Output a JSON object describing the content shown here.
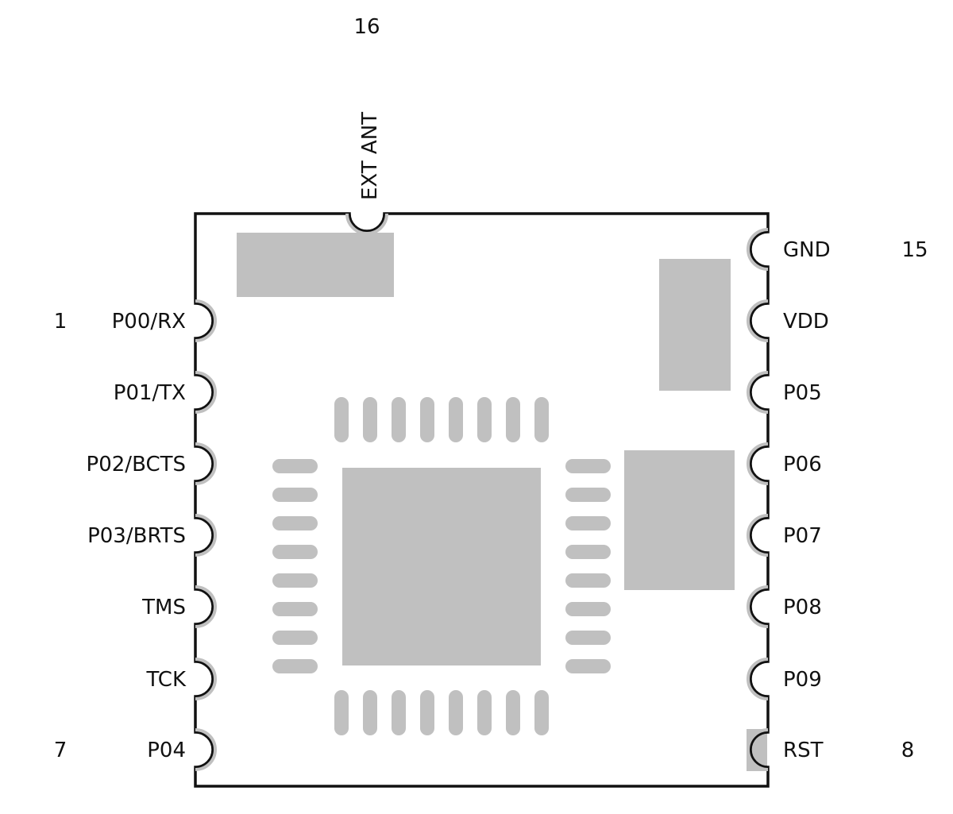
{
  "colors": {
    "outline": "#111111",
    "component": "#c0c0c0",
    "pad": "#c0c0c0",
    "background": "#ffffff",
    "text": "#111111"
  },
  "module": {
    "antenna": {
      "label": "EXT ANT",
      "number": "16"
    },
    "left_pins": [
      {
        "number": "1",
        "label": "P00/RX"
      },
      {
        "number": "",
        "label": "P01/TX"
      },
      {
        "number": "",
        "label": "P02/BCTS"
      },
      {
        "number": "",
        "label": "P03/BRTS"
      },
      {
        "number": "",
        "label": "TMS"
      },
      {
        "number": "",
        "label": "TCK"
      },
      {
        "number": "7",
        "label": "P04"
      }
    ],
    "right_pins": [
      {
        "number": "15",
        "label": "GND"
      },
      {
        "number": "",
        "label": "VDD"
      },
      {
        "number": "",
        "label": "P05"
      },
      {
        "number": "",
        "label": "P06"
      },
      {
        "number": "",
        "label": "P07"
      },
      {
        "number": "",
        "label": "P08"
      },
      {
        "number": "",
        "label": "P09"
      },
      {
        "number": "8",
        "label": "RST"
      }
    ]
  }
}
